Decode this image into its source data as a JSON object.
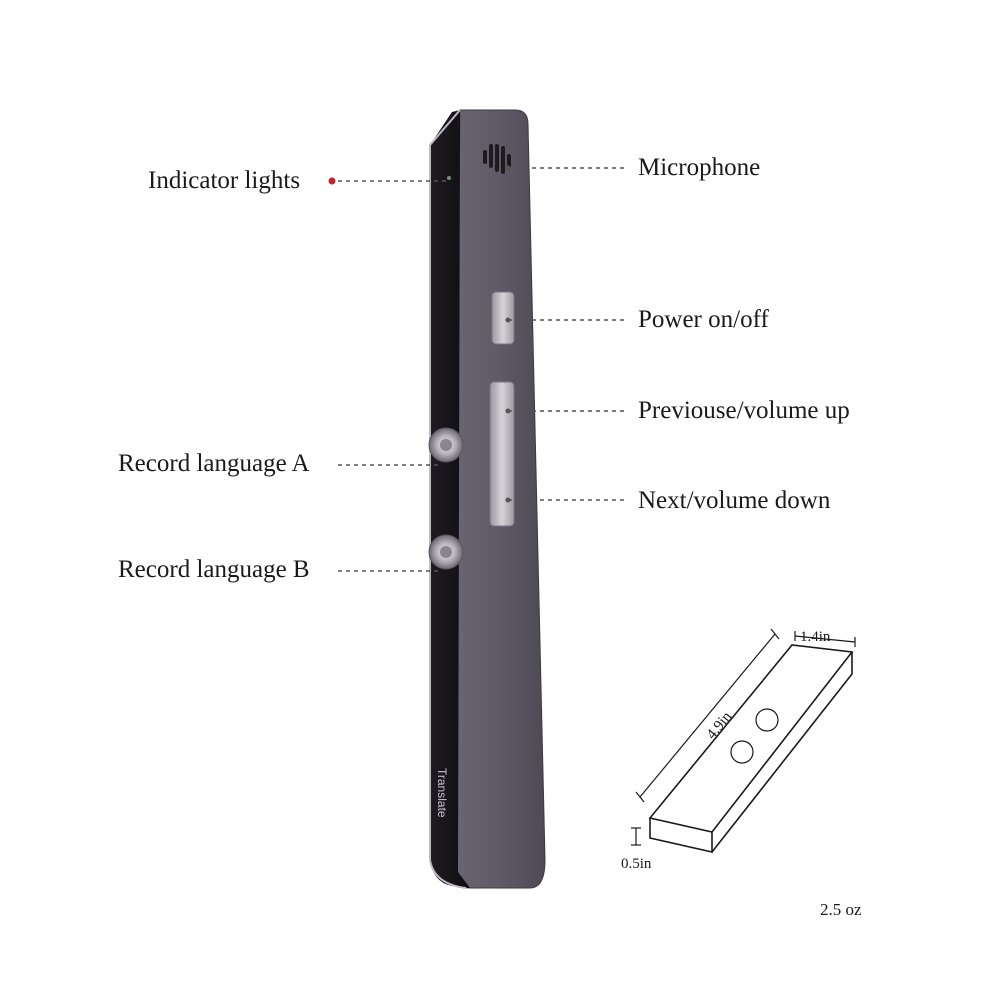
{
  "device": {
    "brand_text": "Translate",
    "body_color": "#5f5a66",
    "screen_color": "#141216",
    "indicator_color": "#c0262b"
  },
  "callouts": {
    "indicator_lights": "Indicator lights",
    "microphone": "Microphone",
    "power": "Power on/off",
    "previous_volume_up": "Previouse/volume up",
    "next_volume_down": "Next/volume down",
    "record_a": "Record language A",
    "record_b": "Record language B"
  },
  "dimensions": {
    "length": "4.9in",
    "width": "1.4in",
    "thickness": "0.5in",
    "weight": "2.5 oz"
  }
}
